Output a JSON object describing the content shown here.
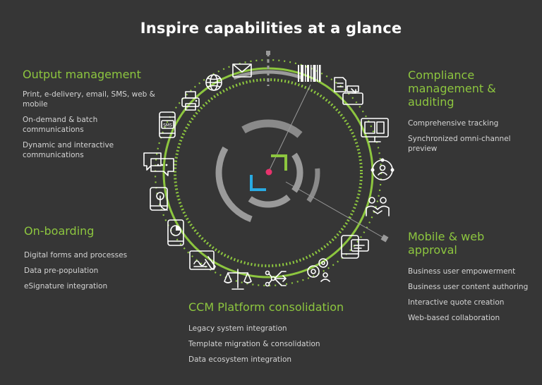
{
  "title": "Inspire capabilities at a glance",
  "colors": {
    "accent": "#8dc63f",
    "background": "#363636",
    "pink": "#e8336d",
    "blue": "#29abe2"
  },
  "sections": {
    "output": {
      "heading": "Output management",
      "items": [
        "Print, e-delivery, email, SMS, web & mobile",
        "On-demand & batch communications",
        "Dynamic and interactive communications"
      ]
    },
    "compliance": {
      "heading": "Compliance management & auditing",
      "items": [
        "Comprehensive tracking",
        "Synchronized omni-channel preview"
      ]
    },
    "onboarding": {
      "heading": "On-boarding",
      "items": [
        "Digital forms and processes",
        "Data pre-population",
        "eSignature integration"
      ]
    },
    "mobile": {
      "heading": "Mobile & web approval",
      "items": [
        "Business user empowerment",
        "Business user content authoring",
        "Interactive quote creation",
        "Web-based collaboration"
      ]
    },
    "ccm": {
      "heading": "CCM Platform consolidation",
      "items": [
        "Legacy system integration",
        "Template migration & consolidation",
        "Data ecosystem integration"
      ]
    }
  },
  "icons": {
    "sms_label": "SMS",
    "names": [
      "printer-icon",
      "globe-icon",
      "envelope-icon",
      "barcode-icon",
      "documents-to-mobile-icon",
      "sms-phone-icon",
      "chat-bubbles-icon",
      "touch-tablet-icon",
      "chart-phone-icon",
      "signature-tablet-icon",
      "scales-icon",
      "workflow-icon",
      "gears-people-icon",
      "monitor-preview-icon",
      "people-circle-icon",
      "handshake-icon",
      "devices-icon"
    ]
  }
}
